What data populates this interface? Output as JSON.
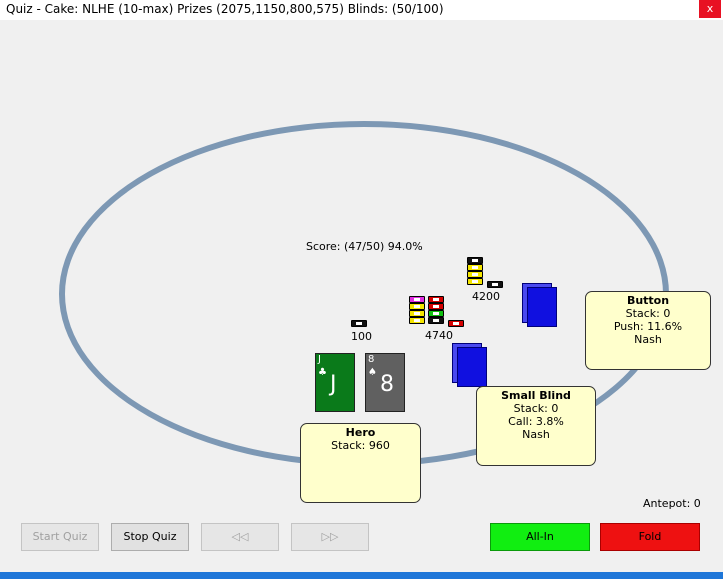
{
  "window": {
    "title": "Quiz - Cake: NLHE (10-max) Prizes (2075,1150,800,575) Blinds: (50/100)",
    "close_label": "x"
  },
  "table": {
    "score": "Score: (47/50) 94.0%",
    "pots": {
      "button_bet": "4200",
      "main_pot": "4740",
      "hero_bet": "100"
    },
    "antepot": "Antepot: 0"
  },
  "seats": {
    "button": {
      "name": "Button",
      "stack": "Stack: 0",
      "action": "Push: 11.6%",
      "strategy": "Nash"
    },
    "small_blind": {
      "name": "Small Blind",
      "stack": "Stack: 0",
      "action": "Call: 3.8%",
      "strategy": "Nash"
    },
    "hero": {
      "name": "Hero",
      "stack": "Stack: 960"
    }
  },
  "hero_cards": [
    {
      "rank": "J",
      "suit": "♣",
      "color": "#0a7a1a"
    },
    {
      "rank": "8",
      "suit": "♠",
      "color": "#606060"
    }
  ],
  "buttons": {
    "start_quiz": "Start Quiz",
    "stop_quiz": "Stop Quiz",
    "rewind": "◁◁",
    "forward": "▷▷",
    "all_in": "All-In",
    "fold": "Fold"
  },
  "colors": {
    "all_in": "#11ee11",
    "fold": "#ee1111",
    "table_rim": "#7d98b4",
    "seat_box": "#ffffcc"
  }
}
